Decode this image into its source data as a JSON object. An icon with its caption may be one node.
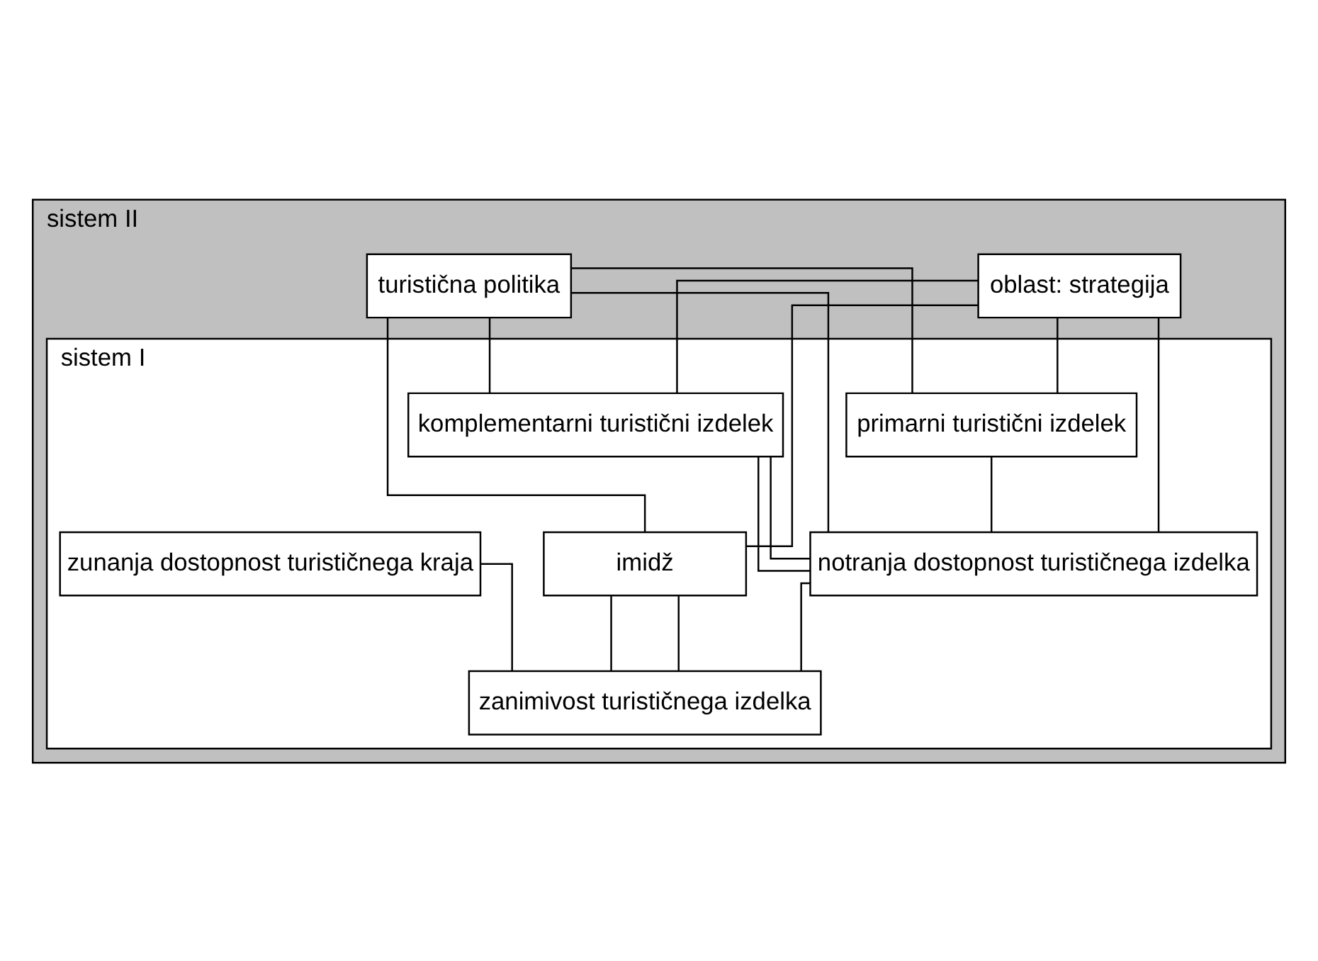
{
  "diagram": {
    "nodes": [
      {
        "text": [
          "sistem II"
        ]
      },
      {
        "text": [
          "sistem I"
        ],
        "in": 0
      },
      {
        "text": [
          "primarni turistični izdelek"
        ],
        "in": 1
      },
      {
        "text": [
          "imidž"
        ],
        "in": 1
      },
      {
        "text": [
          "komplementarni turistični izdelek"
        ],
        "in": 1
      },
      {
        "text": [
          "zunanja dostopnost turističnega kraja"
        ],
        "in": 1
      },
      {
        "text": [
          "notranja dostopnost turističnega izdelka"
        ],
        "in": 1
      },
      {
        "text": [
          "zanimivost turističnega izdelka"
        ],
        "in": 1
      },
      {
        "text": [
          "oblast: strategija"
        ],
        "in": 0
      },
      {
        "text": [
          "turistična politika"
        ],
        "in": 0
      }
    ],
    "edges": [
      {
        "from": 8,
        "to": 2,
        "arrow": "none"
      },
      {
        "from": 8,
        "to": 3,
        "arrow": "none"
      },
      {
        "from": 8,
        "to": 4,
        "arrow": "none"
      },
      {
        "from": 8,
        "to": 6,
        "arrow": "none"
      },
      {
        "from": 9,
        "to": 2,
        "arrow": "none"
      },
      {
        "from": 9,
        "to": 3,
        "arrow": "none"
      },
      {
        "from": 9,
        "to": 4,
        "arrow": "none"
      },
      {
        "from": 9,
        "to": 6,
        "arrow": "none"
      },
      {
        "from": 2,
        "to": 6,
        "arrow": "none"
      },
      {
        "from": 3,
        "to": 7,
        "arrow": "none"
      },
      {
        "from": 3,
        "to": 7,
        "arrow": "none"
      },
      {
        "from": 4,
        "to": 6,
        "arrow": "none"
      },
      {
        "from": 4,
        "to": 6,
        "arrow": "none"
      },
      {
        "from": 5,
        "to": 7,
        "arrow": "none"
      },
      {
        "from": 6,
        "to": 7,
        "arrow": "none"
      }
    ]
  }
}
